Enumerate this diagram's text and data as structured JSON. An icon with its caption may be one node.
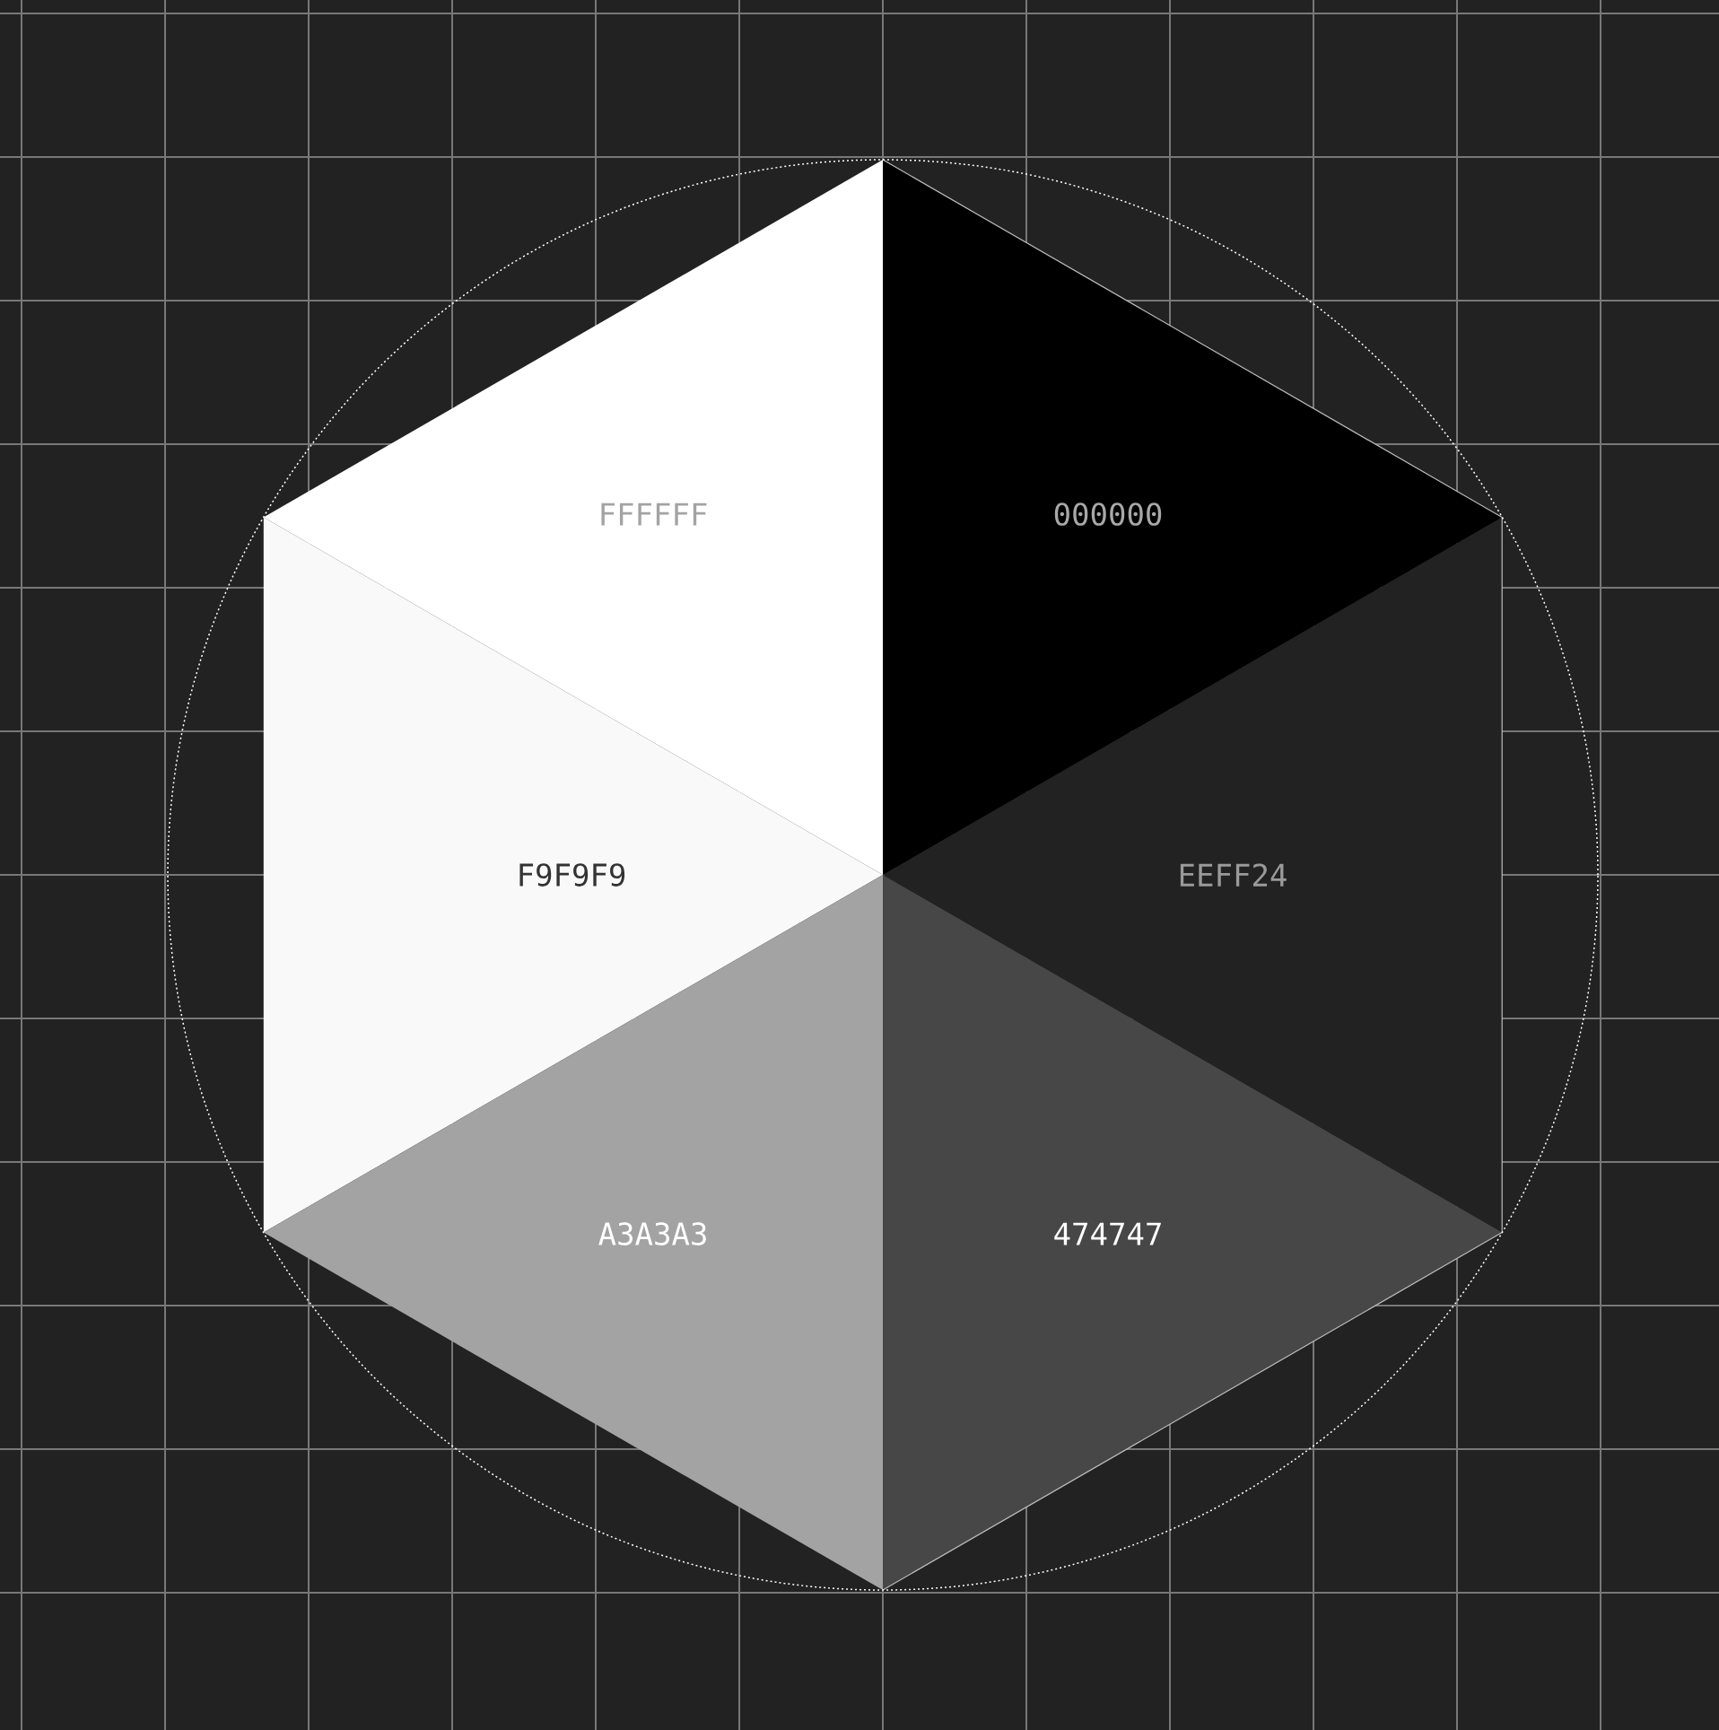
{
  "diagram": {
    "nodes": [
      {
        "text": [
          "FFFFFF"
        ]
      },
      {
        "text": [
          "000000"
        ]
      },
      {
        "text": [
          "F9F9F9"
        ]
      },
      {
        "text": [
          "EEFF24"
        ]
      },
      {
        "text": [
          "A3A3A3"
        ]
      },
      {
        "text": [
          "474747"
        ]
      }
    ]
  }
}
